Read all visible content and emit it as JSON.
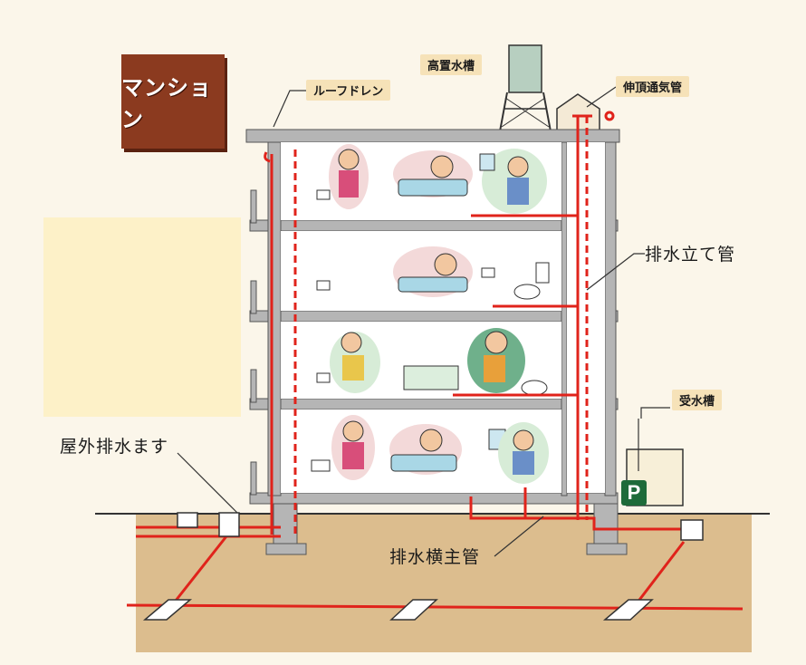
{
  "title": "マンション",
  "labels": {
    "roof_drain": "ルーフドレン",
    "elevated_tank": "高置水槽",
    "stack_vent": "伸頂通気管",
    "drain_stack": "排水立て管",
    "receiving_tank": "受水槽",
    "outdoor_basin": "屋外排水ます",
    "horizontal_main": "排水横主管"
  },
  "parking_sign": "P",
  "colors": {
    "pipe": "#e0231b",
    "building": "#9a9a9a",
    "ground": "#d9b98a",
    "title_box": "#8b3a1f",
    "label_bg": "#f6e2b8"
  },
  "floors": [
    {
      "occupants": [
        "person-washing",
        "person-bathing",
        "person-on-toilet"
      ]
    },
    {
      "occupants": [
        "person-bathing",
        "toilet"
      ]
    },
    {
      "occupants": [
        "person-distressed",
        "bathtub",
        "person-distressed-toilet"
      ]
    },
    {
      "occupants": [
        "person-washing",
        "person-bathing",
        "person-on-toilet"
      ]
    }
  ]
}
